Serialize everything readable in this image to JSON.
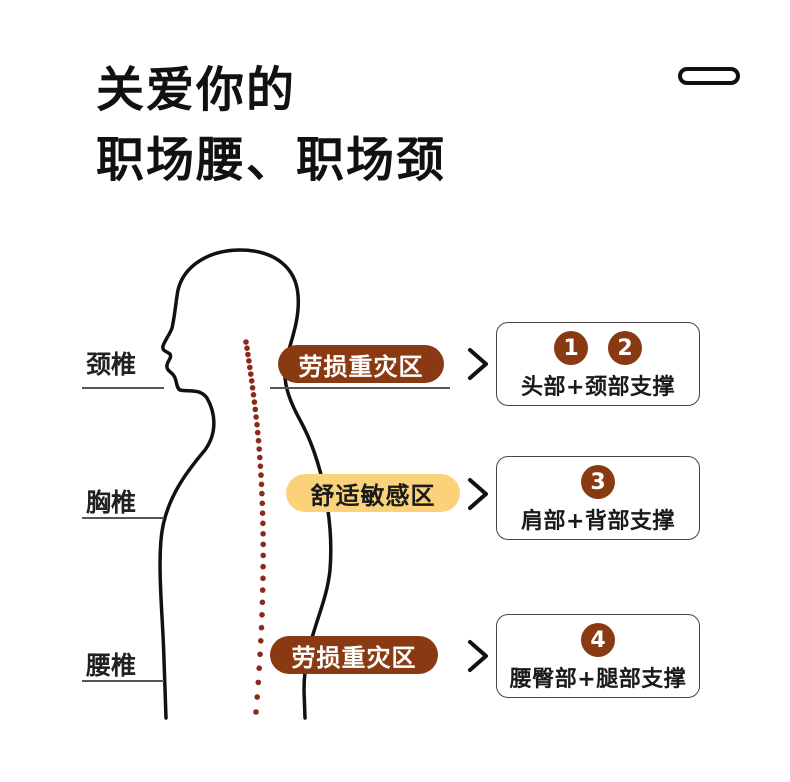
{
  "heading": {
    "line1": "关爱你的",
    "line2": "职场腰、职场颈"
  },
  "colors": {
    "brown": "#8a3a12",
    "yellow": "#fbd27a",
    "spine_dots": "#8a2a1a",
    "outline": "#111111"
  },
  "rows": [
    {
      "spine_label": "颈椎",
      "zone": "劳损重灾区",
      "zone_style": "brown",
      "badges": [
        "1",
        "2"
      ],
      "support": "头部+颈部支撑"
    },
    {
      "spine_label": "胸椎",
      "zone": "舒适敏感区",
      "zone_style": "yellow",
      "badges": [
        "3"
      ],
      "support": "肩部+背部支撑"
    },
    {
      "spine_label": "腰椎",
      "zone": "劳损重灾区",
      "zone_style": "brown",
      "badges": [
        "4"
      ],
      "support": "腰臀部+腿部支撑"
    }
  ]
}
